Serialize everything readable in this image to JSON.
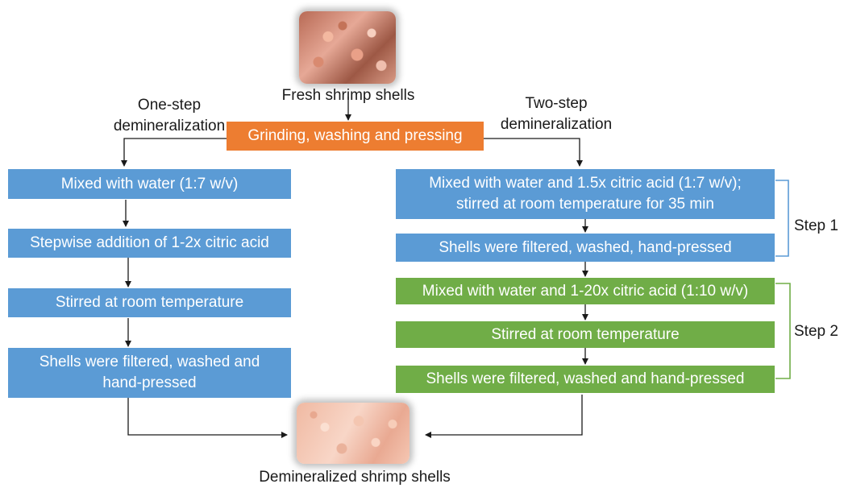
{
  "top_image_label": "Fresh shrimp shells",
  "bottom_image_label": "Demineralized shrimp shells",
  "start_step": "Grinding, washing and pressing",
  "one_step": {
    "label": "One-step\ndemineralization",
    "steps": [
      "Mixed with water (1:7 w/v)",
      "Stepwise addition of 1-2x citric acid",
      "Stirred at room temperature",
      "Shells were filtered, washed and\nhand-pressed"
    ]
  },
  "two_step": {
    "label": "Two-step\ndemineralization",
    "step1_label": "Step 1",
    "step2_label": "Step 2",
    "step1": [
      "Mixed with water and 1.5x citric acid (1:7 w/v);\nstirred at room temperature for 35 min",
      "Shells were filtered, washed, hand-pressed"
    ],
    "step2": [
      "Mixed with water and 1-20x citric acid (1:10 w/v)",
      "Stirred at room temperature",
      "Shells were filtered, washed and hand-pressed"
    ]
  },
  "colors": {
    "one_step_box": "#5b9bd5",
    "step1_box": "#5b9bd5",
    "step2_box": "#70ad47",
    "start_box": "#ed7d31"
  }
}
